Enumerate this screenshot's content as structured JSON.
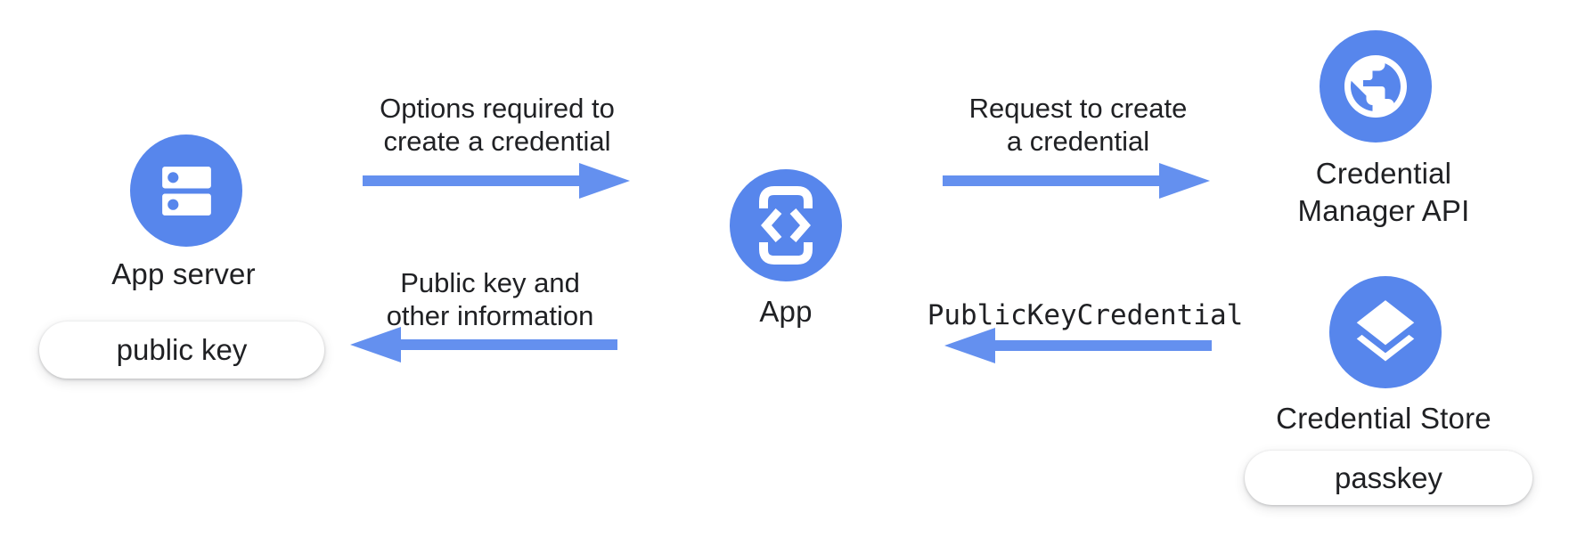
{
  "title": "Passkey creation flow diagram",
  "colors": {
    "background": "#ffffff",
    "node_blue": "#5786EC",
    "arrow_blue": "#6490EF",
    "text_dark": "#202124",
    "pill_bg": "#ffffff"
  },
  "nodes": {
    "app_server": {
      "label": "App server",
      "icon": "server-stack-icon",
      "tag": "public key"
    },
    "app": {
      "label": "App",
      "icon": "phone-code-icon"
    },
    "credential_manager_api": {
      "line1": "Credential",
      "line2": "Manager API",
      "icon": "globe-icon"
    },
    "credential_store": {
      "label": "Credential Store",
      "icon": "layers-icon",
      "tag": "passkey"
    }
  },
  "arrows": {
    "options": {
      "line1": "Options required to",
      "line2": "create a credential",
      "direction": "right",
      "from": "App server",
      "to": "App"
    },
    "request": {
      "line1": "Request to create",
      "line2": "a credential",
      "direction": "right",
      "from": "App",
      "to": "Credential Manager API"
    },
    "public_key_credential": {
      "label": "PublicKeyCredential",
      "direction": "left",
      "from": "Credential Store",
      "to": "App"
    },
    "public_key_info": {
      "line1": "Public key and",
      "line2": "other information",
      "direction": "left",
      "from": "App",
      "to": "App server"
    }
  }
}
